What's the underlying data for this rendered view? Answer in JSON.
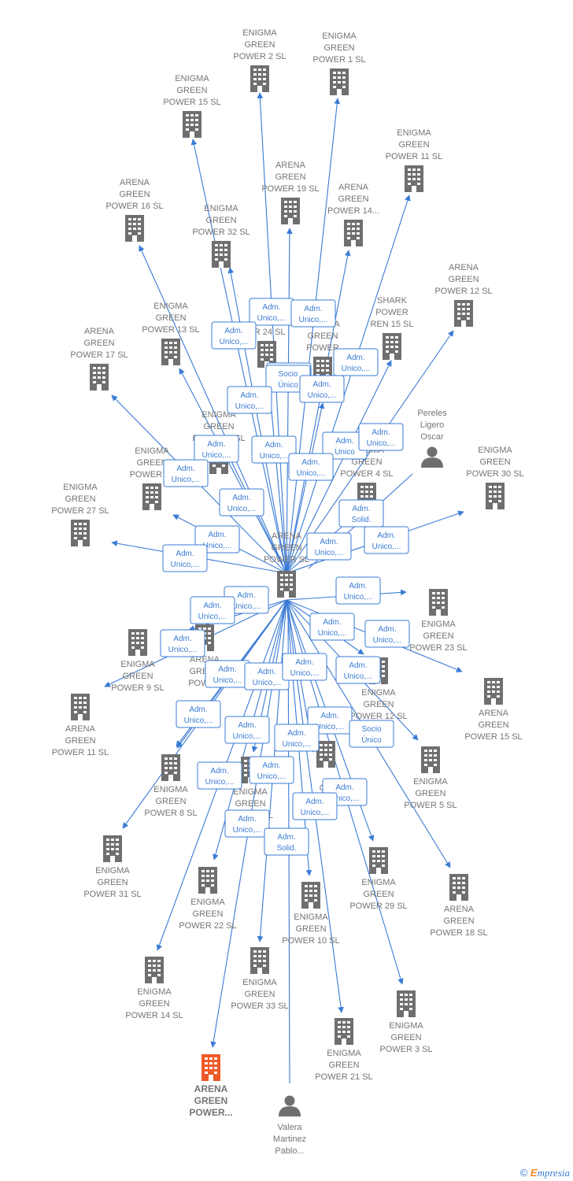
{
  "colors": {
    "edge": "#3a7bd5",
    "company": "#6f6f6f",
    "highlight": "#f05a28",
    "person": "#6f6f6f",
    "label": "#757575"
  },
  "footer": {
    "copyright": "©",
    "brand_initial": "E",
    "brand_rest": "mpresia"
  },
  "nodes": [
    {
      "id": "center",
      "kind": "company",
      "lines": [
        "ARENA",
        "GREEN",
        "POWER  SL"
      ]
    },
    {
      "id": "egp2",
      "kind": "company",
      "lines": [
        "ENIGMA",
        "GREEN",
        "POWER 2  SL"
      ]
    },
    {
      "id": "egp1",
      "kind": "company",
      "lines": [
        "ENIGMA",
        "GREEN",
        "POWER 1  SL"
      ]
    },
    {
      "id": "egp15",
      "kind": "company",
      "lines": [
        "ENIGMA",
        "GREEN",
        "POWER 15  SL"
      ]
    },
    {
      "id": "egp11",
      "kind": "company",
      "lines": [
        "ENIGMA",
        "GREEN",
        "POWER 11  SL"
      ]
    },
    {
      "id": "agp19",
      "kind": "company",
      "lines": [
        "ARENA",
        "GREEN",
        "POWER 19  SL"
      ]
    },
    {
      "id": "agp14",
      "kind": "company",
      "lines": [
        "ARENA",
        "GREEN",
        "POWER 14..."
      ]
    },
    {
      "id": "agp16",
      "kind": "company",
      "lines": [
        "ARENA",
        "GREEN",
        "POWER 16  SL"
      ]
    },
    {
      "id": "egp32",
      "kind": "company",
      "lines": [
        "ENIGMA",
        "GREEN",
        "POWER 32  SL"
      ]
    },
    {
      "id": "agp12",
      "kind": "company",
      "lines": [
        "ARENA",
        "GREEN",
        "POWER 12  SL"
      ]
    },
    {
      "id": "egp13",
      "kind": "company",
      "lines": [
        "ENIGMA",
        "GREEN",
        "POWER 13  SL"
      ]
    },
    {
      "id": "egp24",
      "kind": "company",
      "lines": [
        "",
        "",
        "ER 24  SL"
      ]
    },
    {
      "id": "sgp15",
      "kind": "company",
      "lines": [
        "SHARK",
        "POWER",
        "REN 15  SL"
      ]
    },
    {
      "id": "agp17",
      "kind": "company",
      "lines": [
        "ARENA",
        "GREEN",
        "POWER 17  SL"
      ]
    },
    {
      "id": "egpx",
      "kind": "company",
      "lines": [
        "ENIGMA",
        "GREEN",
        "POWER"
      ]
    },
    {
      "id": "pereles",
      "kind": "person",
      "lines": [
        "Pereles",
        "Ligero",
        "Oscar"
      ]
    },
    {
      "id": "egp6",
      "kind": "company",
      "lines": [
        "ENIGMA",
        "GREEN",
        "POWER 6  SL"
      ]
    },
    {
      "id": "egp30",
      "kind": "company",
      "lines": [
        "ENIGMA",
        "GREEN",
        "POWER 30  SL"
      ]
    },
    {
      "id": "egp25",
      "kind": "company",
      "lines": [
        "ENIGMA",
        "GREEN",
        "POWER 25"
      ]
    },
    {
      "id": "egp4",
      "kind": "company",
      "lines": [
        "ENIGMA",
        "GREEN",
        "POWER 4  SL"
      ]
    },
    {
      "id": "egp27",
      "kind": "company",
      "lines": [
        "ENIGMA",
        "GREEN",
        "POWER 27  SL"
      ]
    },
    {
      "id": "egp23",
      "kind": "company",
      "lines": [
        "ENIGMA",
        "GREEN",
        "POWER 23  SL"
      ]
    },
    {
      "id": "egp9",
      "kind": "company",
      "lines": [
        "ENIGMA",
        "GREEN",
        "POWER 9  SL"
      ]
    },
    {
      "id": "agpx",
      "kind": "company",
      "lines": [
        "ARENA",
        "GREEN",
        "POWER"
      ]
    },
    {
      "id": "agp15",
      "kind": "company",
      "lines": [
        "ARENA",
        "GREEN",
        "POWER 15  SL"
      ]
    },
    {
      "id": "agp11",
      "kind": "company",
      "lines": [
        "ARENA",
        "GREEN",
        "POWER 11  SL"
      ]
    },
    {
      "id": "egp12",
      "kind": "company",
      "lines": [
        "ENIGMA",
        "GREEN",
        "POWER 12  SL"
      ]
    },
    {
      "id": "egp8",
      "kind": "company",
      "lines": [
        "ENIGMA",
        "GREEN",
        "POWER 8  SL"
      ]
    },
    {
      "id": "egp5",
      "kind": "company",
      "lines": [
        "ENIGMA",
        "GREEN",
        "POWER 5  SL"
      ]
    },
    {
      "id": "egpy",
      "kind": "company",
      "lines": [
        "ENIGMA",
        "GREEN",
        "POWER  SL"
      ]
    },
    {
      "id": "egpz",
      "kind": "company",
      "lines": [
        "",
        "GR",
        ""
      ]
    },
    {
      "id": "egp31",
      "kind": "company",
      "lines": [
        "ENIGMA",
        "GREEN",
        "POWER 31  SL"
      ]
    },
    {
      "id": "egp22",
      "kind": "company",
      "lines": [
        "ENIGMA",
        "GREEN",
        "POWER 22  SL"
      ]
    },
    {
      "id": "egp29",
      "kind": "company",
      "lines": [
        "ENIGMA",
        "GREEN",
        "POWER 29  SL"
      ]
    },
    {
      "id": "agp18",
      "kind": "company",
      "lines": [
        "ARENA",
        "GREEN",
        "POWER 18  SL"
      ]
    },
    {
      "id": "egp10",
      "kind": "company",
      "lines": [
        "ENIGMA",
        "GREEN",
        "POWER 10  SL"
      ]
    },
    {
      "id": "egp14",
      "kind": "company",
      "lines": [
        "ENIGMA",
        "GREEN",
        "POWER 14  SL"
      ]
    },
    {
      "id": "egp33",
      "kind": "company",
      "lines": [
        "ENIGMA",
        "GREEN",
        "POWER 33  SL"
      ]
    },
    {
      "id": "egp3",
      "kind": "company",
      "lines": [
        "ENIGMA",
        "GREEN",
        "POWER 3  SL"
      ]
    },
    {
      "id": "egp21",
      "kind": "company",
      "lines": [
        "ENIGMA",
        "GREEN",
        "POWER 21  SL"
      ]
    },
    {
      "id": "agpHL",
      "kind": "highlight",
      "lines": [
        "ARENA",
        "GREEN",
        "POWER..."
      ]
    },
    {
      "id": "valera",
      "kind": "person",
      "lines": [
        "Valera",
        "Martinez",
        "Pablo..."
      ]
    }
  ],
  "edges": [
    {
      "from": "center",
      "to": "egp2"
    },
    {
      "from": "center",
      "to": "egp1"
    },
    {
      "from": "center",
      "to": "egp15"
    },
    {
      "from": "center",
      "to": "egp11"
    },
    {
      "from": "center",
      "to": "agp19"
    },
    {
      "from": "center",
      "to": "agp14"
    },
    {
      "from": "center",
      "to": "agp16"
    },
    {
      "from": "center",
      "to": "egp32"
    },
    {
      "from": "center",
      "to": "agp12"
    },
    {
      "from": "center",
      "to": "egp13"
    },
    {
      "from": "center",
      "to": "egp24"
    },
    {
      "from": "center",
      "to": "sgp15"
    },
    {
      "from": "center",
      "to": "agp17"
    },
    {
      "from": "center",
      "to": "egpx"
    },
    {
      "from": "center",
      "to": "egp6"
    },
    {
      "from": "center",
      "to": "egp30"
    },
    {
      "from": "center",
      "to": "egp25"
    },
    {
      "from": "center",
      "to": "egp4"
    },
    {
      "from": "center",
      "to": "egp27"
    },
    {
      "from": "center",
      "to": "egp23"
    },
    {
      "from": "center",
      "to": "egp9"
    },
    {
      "from": "center",
      "to": "agpx"
    },
    {
      "from": "center",
      "to": "agp15"
    },
    {
      "from": "center",
      "to": "agp11"
    },
    {
      "from": "center",
      "to": "egp12"
    },
    {
      "from": "center",
      "to": "egp8"
    },
    {
      "from": "center",
      "to": "egp5"
    },
    {
      "from": "center",
      "to": "egpy"
    },
    {
      "from": "center",
      "to": "egpz"
    },
    {
      "from": "center",
      "to": "egp31"
    },
    {
      "from": "center",
      "to": "egp22"
    },
    {
      "from": "center",
      "to": "egp29"
    },
    {
      "from": "center",
      "to": "agp18"
    },
    {
      "from": "center",
      "to": "egp10"
    },
    {
      "from": "center",
      "to": "egp14"
    },
    {
      "from": "center",
      "to": "egp33"
    },
    {
      "from": "center",
      "to": "egp3"
    },
    {
      "from": "center",
      "to": "egp21"
    },
    {
      "from": "center",
      "to": "agpHL"
    },
    {
      "from": "pereles",
      "to": "center"
    },
    {
      "from": "valera",
      "to": "center"
    }
  ],
  "relation_labels": [
    {
      "lines": [
        "Adm.",
        "Unico,..."
      ]
    },
    {
      "lines": [
        "Adm.",
        "Unico,..."
      ]
    },
    {
      "lines": [
        "Adm.",
        "Unico,..."
      ]
    },
    {
      "lines": [
        "Adm.",
        "Unico,..."
      ]
    },
    {
      "lines": [
        "Socio",
        "Único"
      ]
    },
    {
      "lines": [
        "Adm.",
        "Unico,..."
      ]
    },
    {
      "lines": [
        "Adm.",
        "Unico,..."
      ]
    },
    {
      "lines": [
        "Adm.",
        "Unico,..."
      ]
    },
    {
      "lines": [
        "Adm.",
        "Unico,..."
      ]
    },
    {
      "lines": [
        "Adm.",
        "Unico"
      ]
    },
    {
      "lines": [
        "Adm.",
        "Unico,..."
      ]
    },
    {
      "lines": [
        "Adm.",
        "Unico,..."
      ]
    },
    {
      "lines": [
        "Adm.",
        "Unico,..."
      ]
    },
    {
      "lines": [
        "Adm.",
        "Unico,..."
      ]
    },
    {
      "lines": [
        "Adm.",
        "Unico,..."
      ]
    },
    {
      "lines": [
        "Adm.",
        "Solid."
      ]
    },
    {
      "lines": [
        "Adm.",
        "Unico,..."
      ]
    },
    {
      "lines": [
        "Adm.",
        "Unico,..."
      ]
    },
    {
      "lines": [
        "Adm.",
        "Unico,..."
      ]
    },
    {
      "lines": [
        "Adm.",
        "Unico,..."
      ]
    },
    {
      "lines": [
        "Adm.",
        "Unico,..."
      ]
    },
    {
      "lines": [
        "Adm.",
        "Unico,..."
      ]
    },
    {
      "lines": [
        "Adm.",
        "Unico,..."
      ]
    },
    {
      "lines": [
        "Adm.",
        "Unico,..."
      ]
    },
    {
      "lines": [
        "Adm.",
        "Unico,..."
      ]
    },
    {
      "lines": [
        "Adm.",
        "Unico,..."
      ]
    },
    {
      "lines": [
        "Adm.",
        "Unico,..."
      ]
    },
    {
      "lines": [
        "Adm.",
        "Unico,..."
      ]
    },
    {
      "lines": [
        "Adm.",
        "Unico,..."
      ]
    },
    {
      "lines": [
        "Adm.",
        "Unico,..."
      ]
    },
    {
      "lines": [
        "Adm.",
        "Unico,..."
      ]
    },
    {
      "lines": [
        "Adm.",
        "Unico,..."
      ]
    },
    {
      "lines": [
        "Adm.",
        "Unico,..."
      ]
    },
    {
      "lines": [
        "Socio",
        "Único"
      ]
    },
    {
      "lines": [
        "Adm.",
        "Unico,..."
      ]
    },
    {
      "lines": [
        "Adm.",
        "Unico,..."
      ]
    },
    {
      "lines": [
        "Adm.",
        "Unico,..."
      ]
    },
    {
      "lines": [
        "Adm.",
        "Unico,..."
      ]
    },
    {
      "lines": [
        "Adm.",
        "Unico,..."
      ]
    },
    {
      "lines": [
        "Adm.",
        "Unico,..."
      ]
    },
    {
      "lines": [
        "Adm.",
        "Solid."
      ]
    }
  ]
}
